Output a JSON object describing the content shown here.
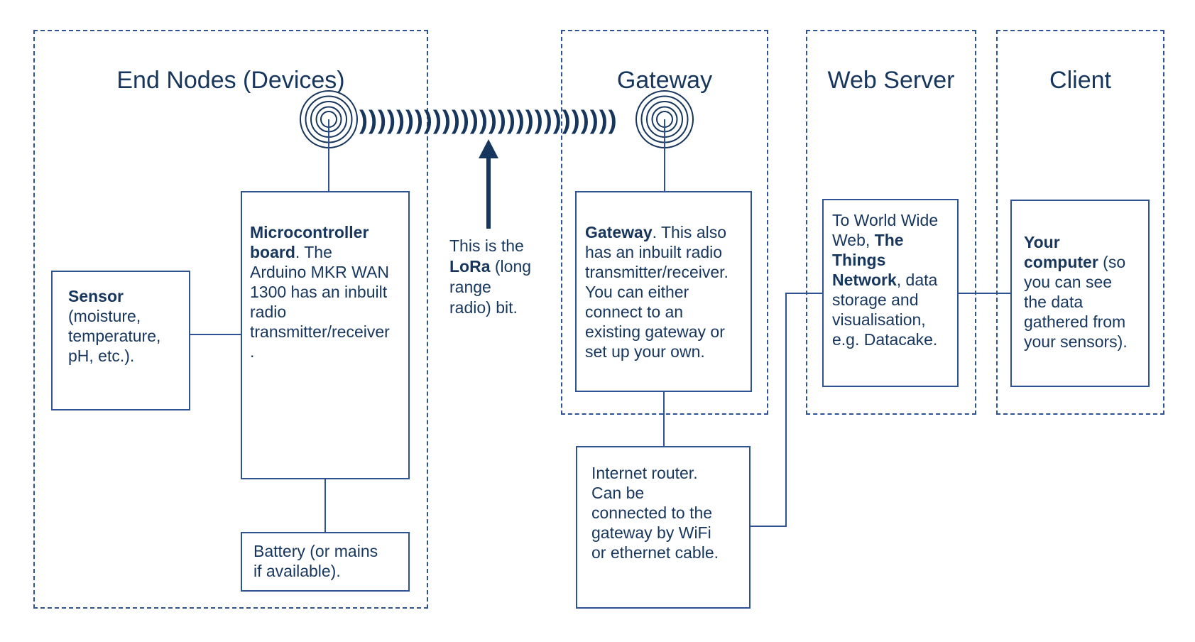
{
  "colors": {
    "text_navy": "#17365d",
    "line_blue": "#2e5395",
    "background": "#ffffff"
  },
  "sections": {
    "end_nodes": {
      "title": "End Nodes (Devices)"
    },
    "gateway": {
      "title": "Gateway"
    },
    "web_server": {
      "title": "Web Server"
    },
    "client": {
      "title": "Client"
    }
  },
  "boxes": {
    "sensor": {
      "lines": [
        [
          {
            "t": "Sensor",
            "b": true
          }
        ],
        [
          {
            "t": "(moisture,"
          }
        ],
        [
          {
            "t": "temperature,"
          }
        ],
        [
          {
            "t": "pH, etc.)."
          }
        ]
      ]
    },
    "microcontroller": {
      "lines": [
        [
          {
            "t": "Microcontroller",
            "b": true
          }
        ],
        [
          {
            "t": "board",
            "b": true
          },
          {
            "t": ". The"
          }
        ],
        [
          {
            "t": "Arduino MKR WAN"
          }
        ],
        [
          {
            "t": "1300 has an inbuilt"
          }
        ],
        [
          {
            "t": "radio"
          }
        ],
        [
          {
            "t": "transmitter/receiver"
          }
        ],
        [
          {
            "t": "."
          }
        ]
      ]
    },
    "battery": {
      "lines": [
        [
          {
            "t": "Battery (or mains"
          }
        ],
        [
          {
            "t": "if available)."
          }
        ]
      ]
    },
    "gateway": {
      "lines": [
        [
          {
            "t": "Gateway",
            "b": true
          },
          {
            "t": ". This also"
          }
        ],
        [
          {
            "t": "has an inbuilt radio"
          }
        ],
        [
          {
            "t": "transmitter/receiver."
          }
        ],
        [
          {
            "t": "You can either"
          }
        ],
        [
          {
            "t": "connect to an"
          }
        ],
        [
          {
            "t": "existing gateway or"
          }
        ],
        [
          {
            "t": "set up your own."
          }
        ]
      ]
    },
    "router": {
      "lines": [
        [
          {
            "t": "Internet router."
          }
        ],
        [
          {
            "t": "Can be"
          }
        ],
        [
          {
            "t": "connected to the"
          }
        ],
        [
          {
            "t": "gateway by WiFi"
          }
        ],
        [
          {
            "t": "or ethernet cable."
          }
        ]
      ]
    },
    "web_server": {
      "lines": [
        [
          {
            "t": "To World Wide"
          }
        ],
        [
          {
            "t": "Web, "
          },
          {
            "t": "The",
            "b": true
          }
        ],
        [
          {
            "t": "Things",
            "b": true
          }
        ],
        [
          {
            "t": "Network",
            "b": true
          },
          {
            "t": ", data"
          }
        ],
        [
          {
            "t": "storage and"
          }
        ],
        [
          {
            "t": "visualisation,"
          }
        ],
        [
          {
            "t": "e.g. Datacake."
          }
        ]
      ]
    },
    "client": {
      "lines": [
        [
          {
            "t": "Your",
            "b": true
          }
        ],
        [
          {
            "t": "computer",
            "b": true
          },
          {
            "t": " (so"
          }
        ],
        [
          {
            "t": "you can see"
          }
        ],
        [
          {
            "t": "the data"
          }
        ],
        [
          {
            "t": "gathered from"
          }
        ],
        [
          {
            "t": "your sensors)."
          }
        ]
      ]
    }
  },
  "annotations": {
    "lora_note": {
      "lines": [
        [
          {
            "t": "This is the"
          }
        ],
        [
          {
            "t": "LoRa",
            "b": true
          },
          {
            "t": " (long"
          }
        ],
        [
          {
            "t": "range"
          }
        ],
        [
          {
            "t": "radio) bit."
          }
        ]
      ]
    },
    "radio_waves": "))))))))))))))))))))))))))))"
  }
}
